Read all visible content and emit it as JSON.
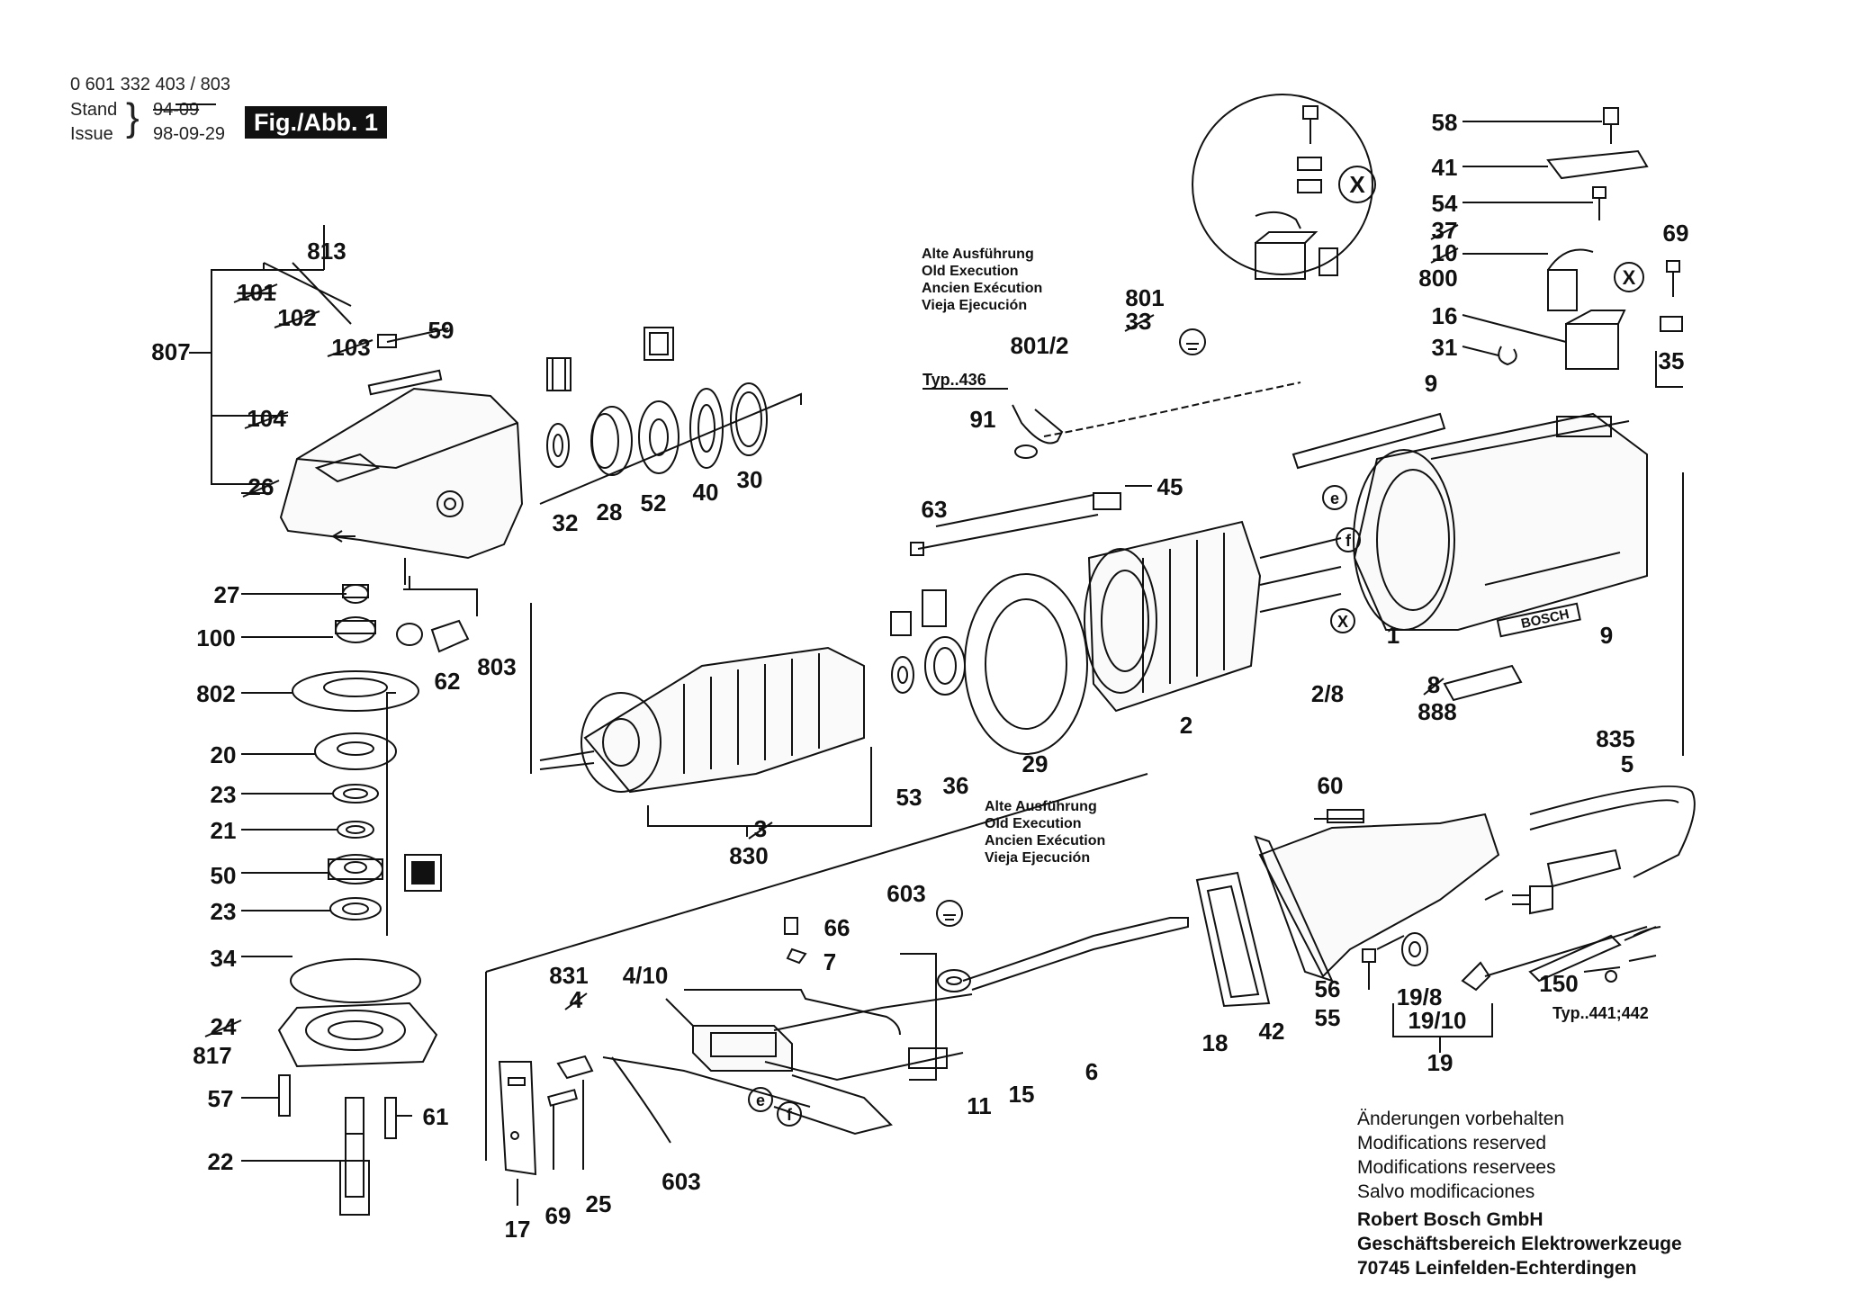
{
  "header": {
    "part_number": "0 601 332 403 / 803",
    "stand_label": "Stand",
    "issue_label": "Issue",
    "stand_date_old": "94-09",
    "issue_date": "98-09-29",
    "figure_label": "Fig./Abb. 1"
  },
  "old_execution_1": [
    "Alte Ausführung",
    "Old Execution",
    "Ancien Exécution",
    "Vieja Ejecución"
  ],
  "old_execution_2": [
    "Alte Ausführung",
    "Old Execution",
    "Ancien Exécution",
    "Vieja Ejecución"
  ],
  "type_labels": {
    "typ_436": "Typ..436",
    "typ_441": "Typ..441;442"
  },
  "symbols": {
    "x": "X",
    "e": "e",
    "f": "f"
  },
  "callouts": {
    "c813": "813",
    "c101": "101",
    "c102": "102",
    "c103": "103",
    "c807": "807",
    "c104": "104",
    "c26": "26",
    "c59": "59",
    "c32": "32",
    "c28": "28",
    "c52": "52",
    "c40": "40",
    "c30": "30",
    "c27": "27",
    "c100": "100",
    "c62": "62",
    "c803": "803",
    "c802": "802",
    "c20": "20",
    "c23a": "23",
    "c21": "21",
    "c50": "50",
    "c23b": "23",
    "c34": "34",
    "c24": "24",
    "c817": "817",
    "c57": "57",
    "c61": "61",
    "c22": "22",
    "c63": "63",
    "c45": "45",
    "c53": "53",
    "c36": "36",
    "c29": "29",
    "c2": "2",
    "c1": "1",
    "c28b": "2/8",
    "c8a": "8",
    "c888": "888",
    "c9a": "9",
    "c9b": "9",
    "c801": "801",
    "c33": "33",
    "c8012": "801/2",
    "c91": "91",
    "c3": "3",
    "c830": "830",
    "c58": "58",
    "c41": "41",
    "c54": "54",
    "c37": "37",
    "c10": "10",
    "c800": "800",
    "c69a": "69",
    "c16": "16",
    "c31": "31",
    "c35": "35",
    "c835": "835",
    "c5": "5",
    "c60": "60",
    "c603a": "603",
    "c66": "66",
    "c7": "7",
    "c831": "831",
    "c410": "4/10",
    "c4": "4",
    "c6": "6",
    "c11": "11",
    "c15": "15",
    "c18": "18",
    "c42": "42",
    "c56": "56",
    "c55": "55",
    "c198": "19/8",
    "c1910": "19/10",
    "c19": "19",
    "c150": "150",
    "c17": "17",
    "c69b": "69",
    "c25": "25",
    "c603b": "603"
  },
  "notes": [
    "Änderungen vorbehalten",
    "Modifications reserved",
    "Modifications reservees",
    "Salvo modificaciones"
  ],
  "company": [
    "Robert Bosch GmbH",
    "Geschäftsbereich Elektrowerkzeuge",
    "70745 Leinfelden-Echterdingen"
  ],
  "housing_brand": "BOSCH"
}
